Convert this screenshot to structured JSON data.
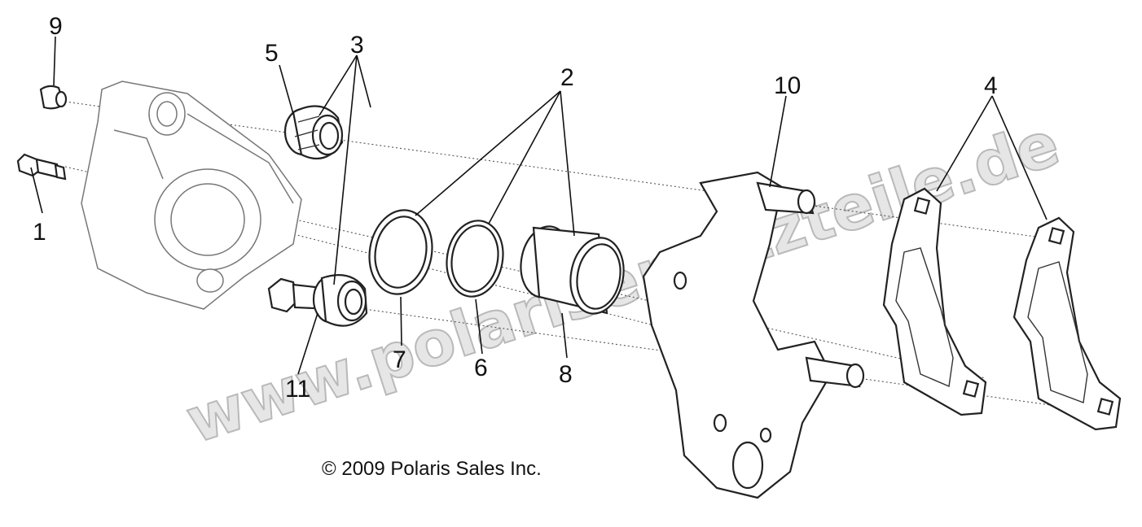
{
  "diagram": {
    "callouts": [
      {
        "id": "c1",
        "label": "1"
      },
      {
        "id": "c2",
        "label": "2"
      },
      {
        "id": "c3",
        "label": "3"
      },
      {
        "id": "c4",
        "label": "4"
      },
      {
        "id": "c5",
        "label": "5"
      },
      {
        "id": "c6",
        "label": "6"
      },
      {
        "id": "c7",
        "label": "7"
      },
      {
        "id": "c8",
        "label": "8"
      },
      {
        "id": "c9",
        "label": "9"
      },
      {
        "id": "c10",
        "label": "10"
      },
      {
        "id": "c11",
        "label": "11"
      }
    ],
    "copyright": "© 2009 Polaris Sales Inc.",
    "watermark": "www.polarisersatzteile.de"
  }
}
